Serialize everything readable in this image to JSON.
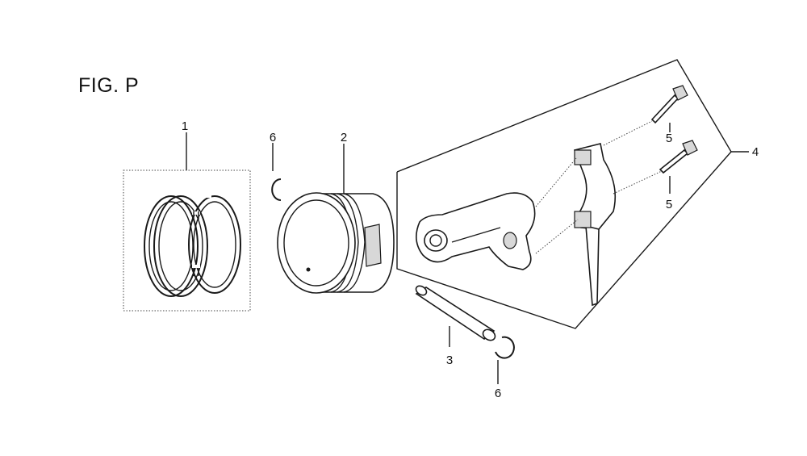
{
  "figure": {
    "title": "FIG. P"
  },
  "callouts": {
    "piston_ring_set": "1",
    "piston": "2",
    "piston_pin": "3",
    "connecting_rod_assembly": "4",
    "rod_bolt_upper": "5",
    "rod_bolt_lower": "5",
    "pin_clip_upper": "6",
    "pin_clip_lower": "6"
  }
}
